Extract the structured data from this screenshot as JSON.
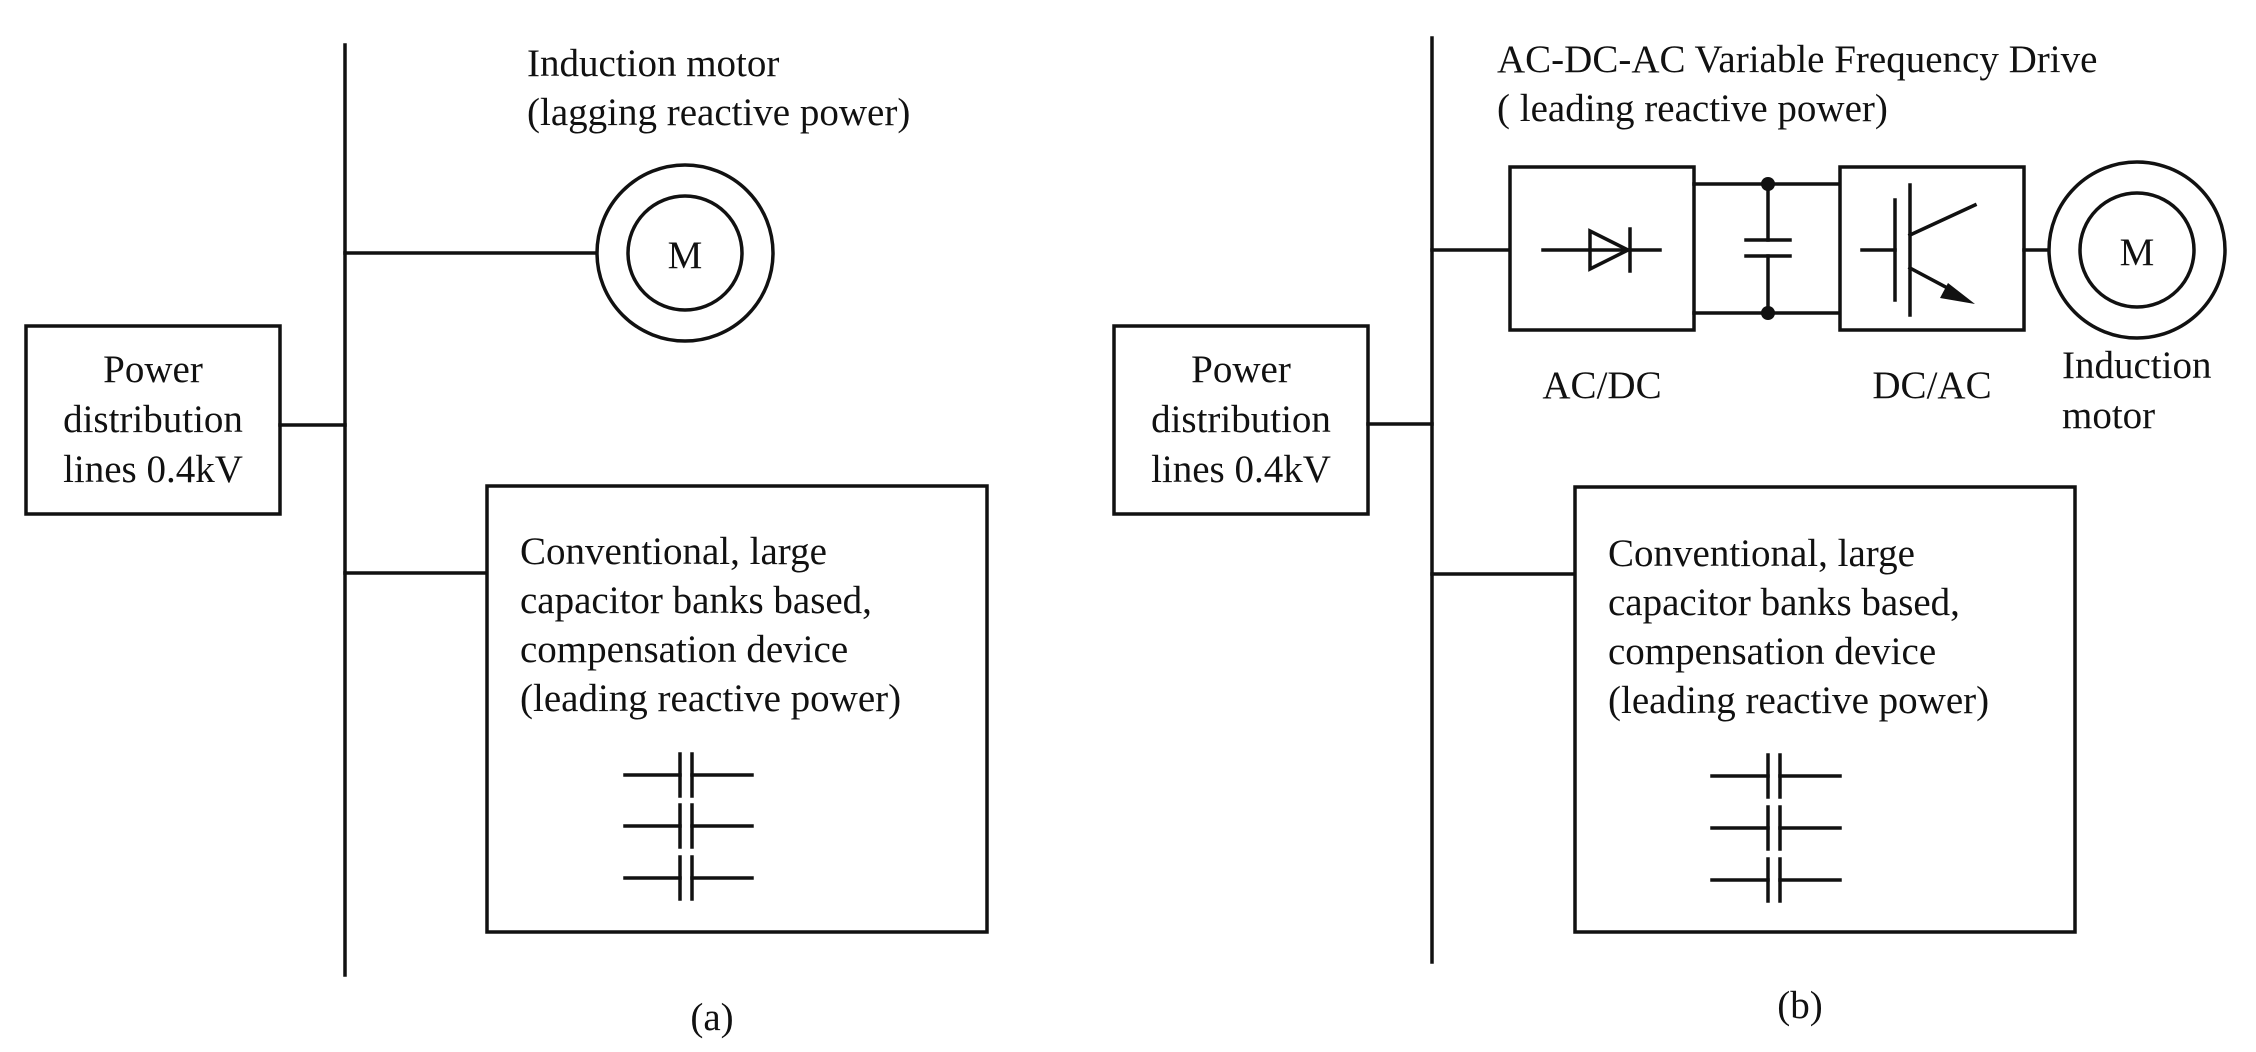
{
  "panel_a": {
    "caption": "(a)",
    "source_box": {
      "line1": "Power",
      "line2": "distribution",
      "line3": "lines 0.4kV"
    },
    "motor": {
      "title_line1": "Induction motor",
      "title_line2": "(lagging reactive power)",
      "symbol": "M"
    },
    "compensator": {
      "line1": "Conventional, large",
      "line2": "capacitor banks based,",
      "line3": "compensation device",
      "line4": "(leading reactive power)"
    }
  },
  "panel_b": {
    "caption": "(b)",
    "source_box": {
      "line1": "Power",
      "line2": "distribution",
      "line3": "lines 0.4kV"
    },
    "drive": {
      "title_line1": "AC-DC-AC Variable Frequency Drive",
      "title_line2": "( leading reactive power)",
      "rectifier_label": "AC/DC",
      "inverter_label": "DC/AC"
    },
    "motor": {
      "symbol": "M",
      "label_line1": "Induction",
      "label_line2": "motor"
    },
    "compensator": {
      "line1": "Conventional, large",
      "line2": "capacitor banks based,",
      "line3": "compensation device",
      "line4": "(leading reactive power)"
    }
  }
}
